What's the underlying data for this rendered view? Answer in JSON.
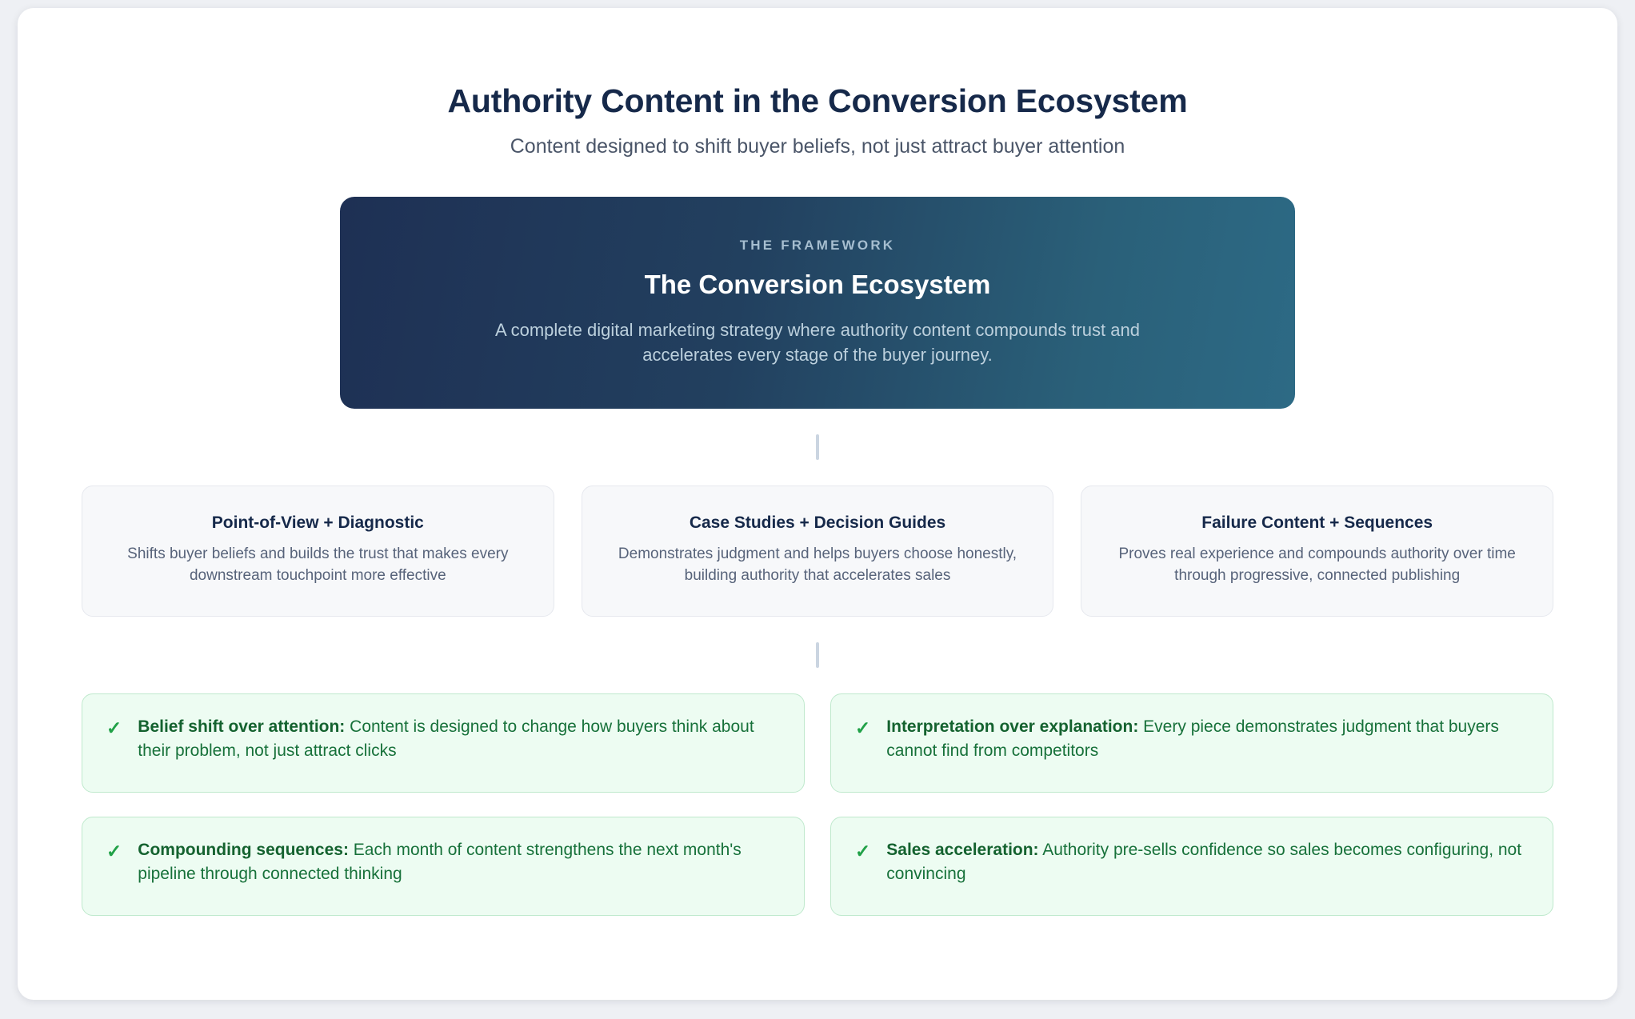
{
  "header": {
    "title": "Authority Content in the Conversion Ecosystem",
    "subtitle": "Content designed to shift buyer beliefs, not just attract buyer attention"
  },
  "hero": {
    "eyebrow": "THE FRAMEWORK",
    "heading": "The Conversion Ecosystem",
    "description": "A complete digital marketing strategy where authority content compounds trust and accelerates every stage of the buyer journey.",
    "gradient_start": "#1e3054",
    "gradient_end": "#2d6a85"
  },
  "connectors": {
    "color": "#cbd5e1"
  },
  "pillars": [
    {
      "title": "Point-of-View + Diagnostic",
      "description": "Shifts buyer beliefs and builds the trust that makes every downstream touchpoint more effective"
    },
    {
      "title": "Case Studies + Decision Guides",
      "description": "Demonstrates judgment and helps buyers choose honestly, building authority that accelerates sales"
    },
    {
      "title": "Failure Content + Sequences",
      "description": "Proves real experience and compounds authority over time through progressive, connected publishing"
    }
  ],
  "benefits": [
    {
      "icon": "check-mark",
      "glyph": "✓",
      "label": "Belief shift over attention:",
      "description": " Content is designed to change how buyers think about their problem, not just attract clicks"
    },
    {
      "icon": "check-mark",
      "glyph": "✓",
      "label": "Interpretation over explanation:",
      "description": " Every piece demonstrates judgment that buyers cannot find from competitors"
    },
    {
      "icon": "check-mark",
      "glyph": "✓",
      "label": "Compounding sequences:",
      "description": " Each month of content strengthens the next month's pipeline through connected thinking"
    },
    {
      "icon": "check-mark",
      "glyph": "✓",
      "label": "Sales acceleration:",
      "description": " Authority pre-sells confidence so sales becomes configuring, not convincing"
    }
  ],
  "colors": {
    "title": "#16294a",
    "subtitle": "#4a5568",
    "card_bg": "#f7f8fa",
    "benefit_bg": "#edfcf2",
    "benefit_border": "#bfe9cd",
    "check_green": "#21a148",
    "benefit_text": "#17713a"
  }
}
